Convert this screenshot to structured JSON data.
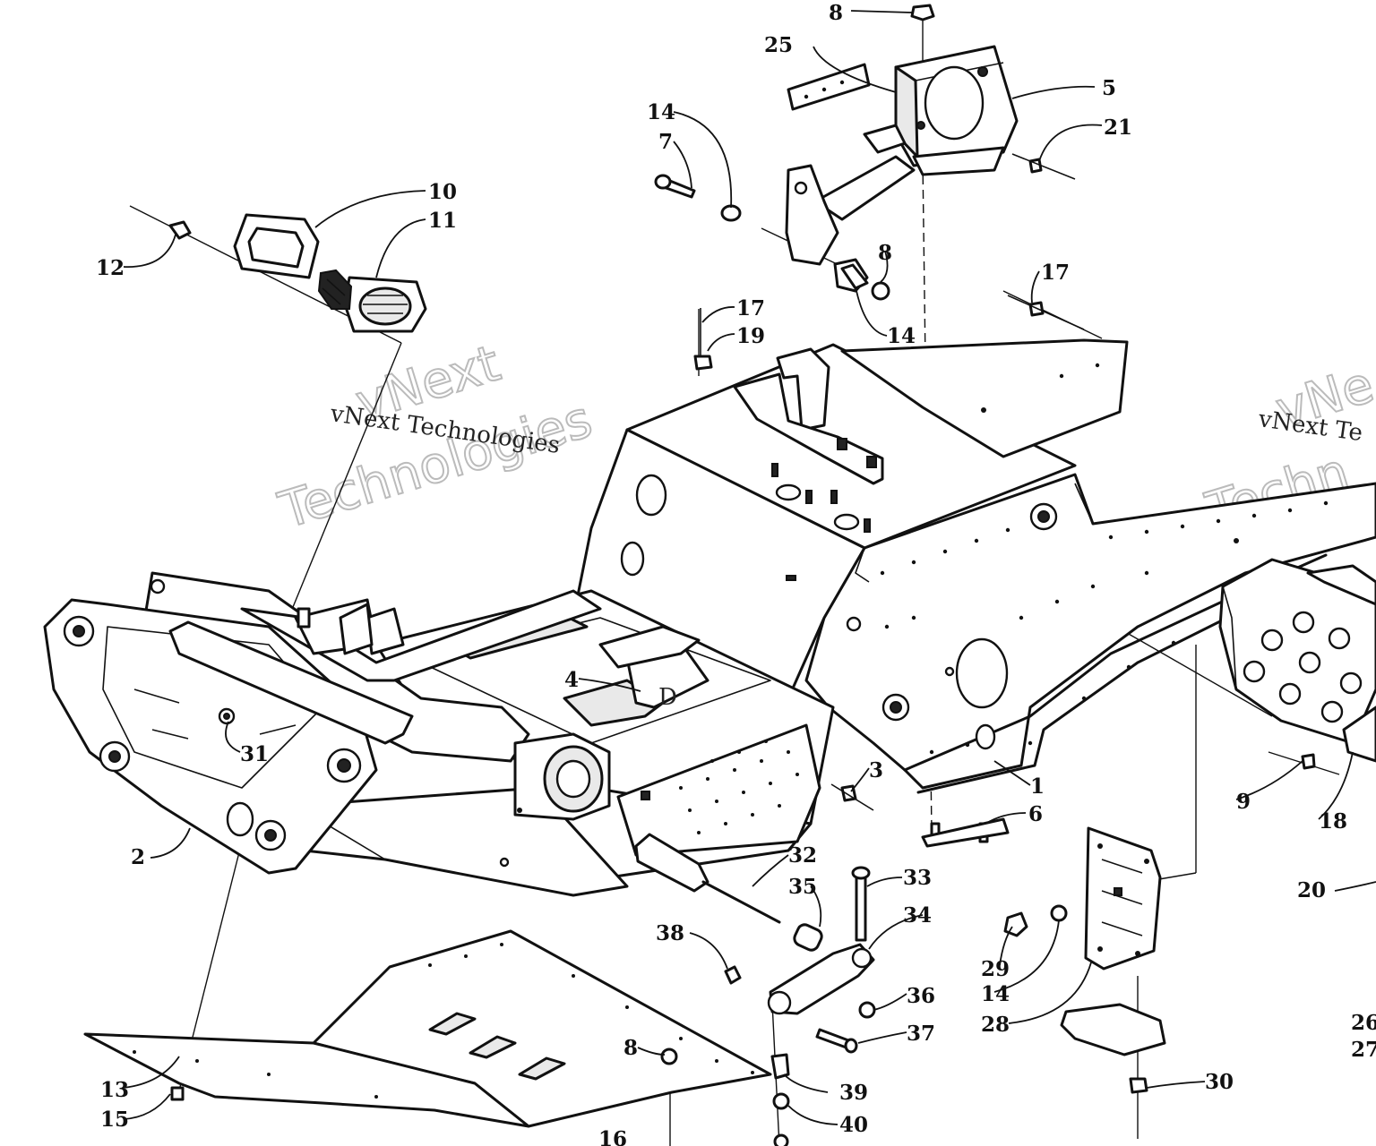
{
  "watermark": {
    "line1": "vNext",
    "line2": "Technologies",
    "caption": "vNext Technologies",
    "right_caption": "vNext Te",
    "right_big1": "vNe",
    "right_big2": "Techn"
  },
  "callouts": [
    {
      "id": "c8a",
      "label": "8"
    },
    {
      "id": "c25",
      "label": "25"
    },
    {
      "id": "c5",
      "label": "5"
    },
    {
      "id": "c14a",
      "label": "14"
    },
    {
      "id": "c21",
      "label": "21"
    },
    {
      "id": "c7",
      "label": "7"
    },
    {
      "id": "c10",
      "label": "10"
    },
    {
      "id": "c11",
      "label": "11"
    },
    {
      "id": "c12",
      "label": "12"
    },
    {
      "id": "c8b",
      "label": "8"
    },
    {
      "id": "c17a",
      "label": "17"
    },
    {
      "id": "c17b",
      "label": "17"
    },
    {
      "id": "c19",
      "label": "19"
    },
    {
      "id": "c14b",
      "label": "14"
    },
    {
      "id": "c4",
      "label": "4"
    },
    {
      "id": "c31",
      "label": "31"
    },
    {
      "id": "c3",
      "label": "3"
    },
    {
      "id": "c1",
      "label": "1"
    },
    {
      "id": "c9",
      "label": "9"
    },
    {
      "id": "c18",
      "label": "18"
    },
    {
      "id": "c6",
      "label": "6"
    },
    {
      "id": "c2",
      "label": "2"
    },
    {
      "id": "c32",
      "label": "32"
    },
    {
      "id": "c33",
      "label": "33"
    },
    {
      "id": "c35",
      "label": "35"
    },
    {
      "id": "c34",
      "label": "34"
    },
    {
      "id": "c20",
      "label": "20"
    },
    {
      "id": "c38",
      "label": "38"
    },
    {
      "id": "c36",
      "label": "36"
    },
    {
      "id": "c29",
      "label": "29"
    },
    {
      "id": "c14c",
      "label": "14"
    },
    {
      "id": "c28",
      "label": "28"
    },
    {
      "id": "c37",
      "label": "37"
    },
    {
      "id": "c26",
      "label": "26"
    },
    {
      "id": "c27",
      "label": "27"
    },
    {
      "id": "c8c",
      "label": "8"
    },
    {
      "id": "c39",
      "label": "39"
    },
    {
      "id": "c13",
      "label": "13"
    },
    {
      "id": "c30",
      "label": "30"
    },
    {
      "id": "c15",
      "label": "15"
    },
    {
      "id": "c40",
      "label": "40"
    },
    {
      "id": "c16",
      "label": "16"
    }
  ]
}
